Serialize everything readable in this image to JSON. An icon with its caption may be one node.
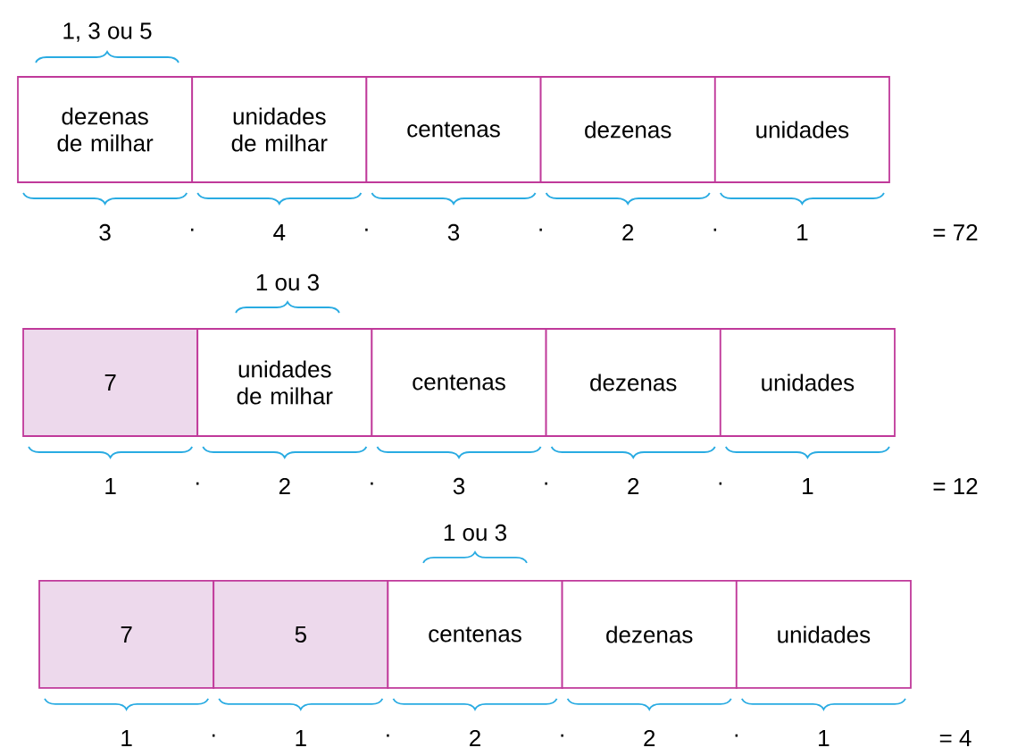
{
  "diagram": {
    "nodes": [
      {
        "text": [
          "dezenas de milhar"
        ]
      },
      {
        "text": [
          "unidades de milhar"
        ]
      },
      {
        "text": [
          "centenas"
        ]
      },
      {
        "text": [
          "dezenas"
        ]
      },
      {
        "text": [
          "unidades"
        ]
      },
      {
        "text": [
          "7"
        ]
      },
      {
        "text": [
          "unidades de milhar"
        ]
      },
      {
        "text": [
          "centenas"
        ]
      },
      {
        "text": [
          "dezenas"
        ]
      },
      {
        "text": [
          "unidades"
        ]
      },
      {
        "text": [
          "7"
        ]
      },
      {
        "text": [
          "5"
        ]
      },
      {
        "text": [
          "centenas"
        ]
      },
      {
        "text": [
          "dezenas"
        ]
      },
      {
        "text": [
          "unidades"
        ]
      }
    ],
    "labels": [
      "1, 3 ou 5",
      "3",
      "·",
      "4",
      "·",
      "3",
      "·",
      "2",
      "·",
      "1",
      "= 72",
      "1 ou 3",
      "1",
      "·",
      "2",
      "·",
      "3",
      "·",
      "2",
      "·",
      "1",
      "= 12",
      "1 ou 3",
      "1",
      "·",
      "1",
      "·",
      "2",
      "·",
      "2",
      "·",
      "1",
      "= 4"
    ]
  }
}
